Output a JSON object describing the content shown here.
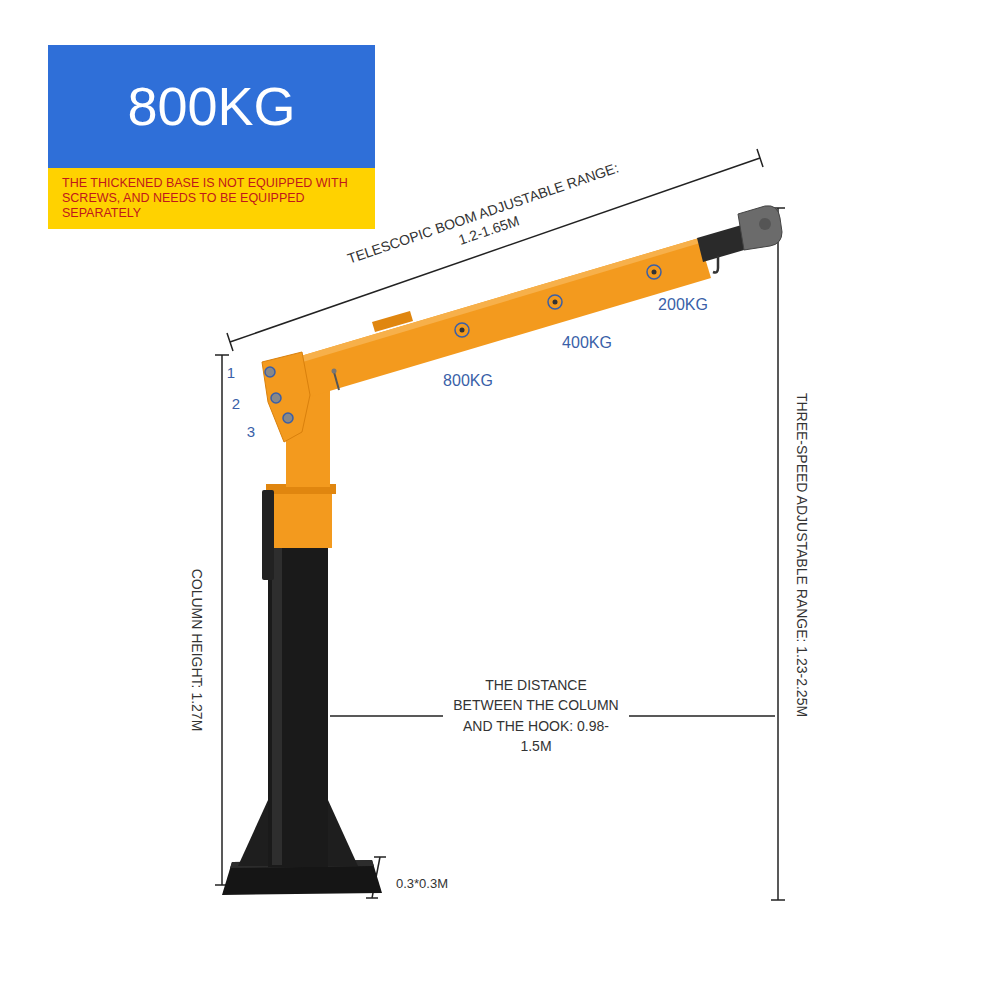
{
  "diagram": {
    "nodes": [
      {
        "text": [
          "800KG"
        ]
      },
      {
        "text": [
          "THE THICKENED BASE IS NOT EQUIPPED WITH SCREWS, AND NEEDS TO BE EQUIPPED SEPARATELY"
        ]
      }
    ],
    "labels": [
      "TELESCOPIC BOOM ADJUSTABLE RANGE: 1.2-1.65M",
      "1",
      "2",
      "3",
      "800KG",
      "400KG",
      "200KG",
      "THREE-SPEED ADJUSTABLE RANGE: 1.23-2.25M",
      "COLUMN HEIGHT: 1.27M",
      "THE DISTANCE BETWEEN THE COLUMN AND THE HOOK: 0.98-1.5M",
      "0.3*0.3M"
    ]
  }
}
